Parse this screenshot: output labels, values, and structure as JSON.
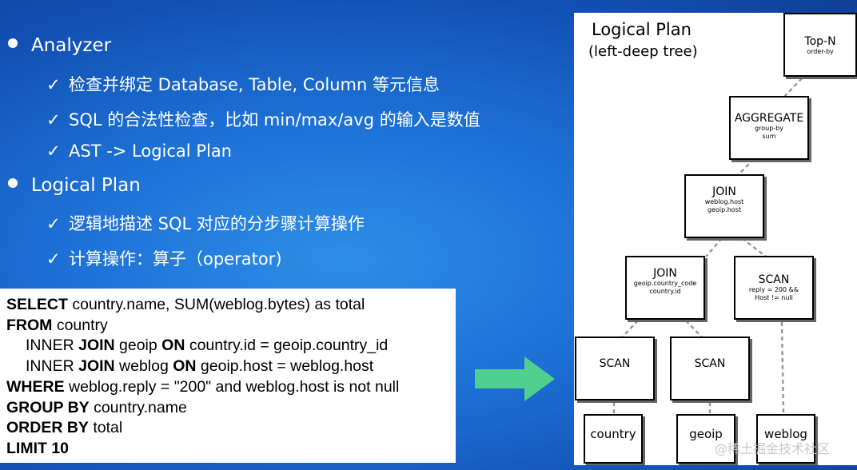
{
  "slide": {
    "sections": [
      {
        "title": "Analyzer",
        "items": [
          "检查并绑定 Database, Table, Column 等元信息",
          "SQL 的合法性检查，比如 min/max/avg 的输入是数值",
          "AST -> Logical Plan"
        ]
      },
      {
        "title": "Logical Plan",
        "items": [
          "逻辑地描述 SQL 对应的分步骤计算操作",
          "计算操作：算子（operator)"
        ]
      }
    ],
    "check_glyph": "✓"
  },
  "sql": {
    "lines": [
      {
        "indent": false,
        "parts": [
          {
            "kw": "SELECT"
          },
          {
            "t": " country.name, SUM(weblog.bytes) as total"
          }
        ]
      },
      {
        "indent": false,
        "parts": [
          {
            "kw": "FROM"
          },
          {
            "t": " country"
          }
        ]
      },
      {
        "indent": true,
        "parts": [
          {
            "t": "INNER "
          },
          {
            "kw": "JOIN"
          },
          {
            "t": " geoip "
          },
          {
            "kw": "ON"
          },
          {
            "t": " country.id = geoip.country_id"
          }
        ]
      },
      {
        "indent": true,
        "parts": [
          {
            "t": "INNER "
          },
          {
            "kw": "JOIN"
          },
          {
            "t": " weblog "
          },
          {
            "kw": "ON"
          },
          {
            "t": " geoip.host = weblog.host"
          }
        ]
      },
      {
        "indent": false,
        "parts": [
          {
            "kw": "WHERE"
          },
          {
            "t": " weblog.reply = \"200\" and weblog.host is not null"
          }
        ]
      },
      {
        "indent": false,
        "parts": [
          {
            "kw": "GROUP BY"
          },
          {
            "t": " country.name"
          }
        ]
      },
      {
        "indent": false,
        "parts": [
          {
            "kw": "ORDER BY"
          },
          {
            "t": " total"
          }
        ]
      },
      {
        "indent": false,
        "parts": [
          {
            "kw": "LIMIT 10"
          }
        ]
      }
    ]
  },
  "plan": {
    "title": "Logical Plan",
    "subtitle": "(left-deep tree)",
    "nodes": {
      "topn": {
        "title": "Top-N",
        "detail": [
          "order-by"
        ]
      },
      "aggregate": {
        "title": "AGGREGATE",
        "detail": [
          "group-by",
          "sum"
        ]
      },
      "join1": {
        "title": "JOIN",
        "detail": [
          "weblog.host",
          "geoip.host"
        ]
      },
      "join2": {
        "title": "JOIN",
        "detail": [
          "geoip.country_code",
          "country.id"
        ]
      },
      "scan_weblog_filter": {
        "title": "SCAN",
        "detail": [
          "reply = 200 &&",
          "Host != null"
        ]
      },
      "scan1": {
        "title": "SCAN",
        "detail": []
      },
      "scan2": {
        "title": "SCAN",
        "detail": []
      }
    },
    "leaves": {
      "country": "country",
      "geoip": "geoip",
      "weblog": "weblog"
    }
  },
  "colors": {
    "background": "#1d6fd4",
    "arrow": "#4fd08f",
    "edge": "#999999"
  },
  "watermark": "@稀土掘金技术社区"
}
